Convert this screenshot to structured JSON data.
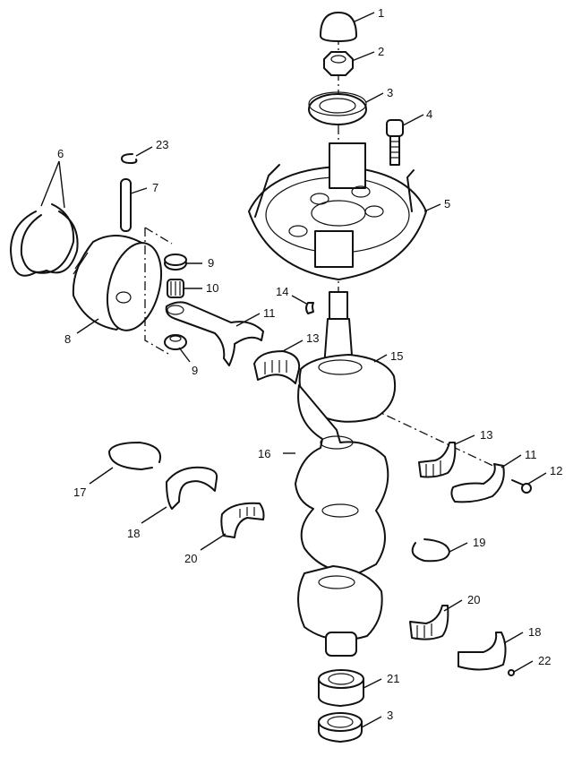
{
  "diagram": {
    "type": "exploded-parts-view",
    "subject": "crankshaft-assembly",
    "callouts": [
      {
        "id": "c1",
        "label": "1",
        "part": "cap"
      },
      {
        "id": "c2",
        "label": "2",
        "part": "nut"
      },
      {
        "id": "c3a",
        "label": "3",
        "part": "seal-upper"
      },
      {
        "id": "c4",
        "label": "4",
        "part": "screw"
      },
      {
        "id": "c5",
        "label": "5",
        "part": "upper-bearing-housing"
      },
      {
        "id": "c6",
        "label": "6",
        "part": "piston-rings"
      },
      {
        "id": "c23",
        "label": "23",
        "part": "retaining-clip"
      },
      {
        "id": "c7",
        "label": "7",
        "part": "piston-pin"
      },
      {
        "id": "c9a",
        "label": "9",
        "part": "thrust-washer-upper"
      },
      {
        "id": "c10",
        "label": "10",
        "part": "needle-bearing"
      },
      {
        "id": "c8",
        "label": "8",
        "part": "piston"
      },
      {
        "id": "c11a",
        "label": "11",
        "part": "connecting-rod"
      },
      {
        "id": "c9b",
        "label": "9",
        "part": "thrust-washer-lower"
      },
      {
        "id": "c14",
        "label": "14",
        "part": "key"
      },
      {
        "id": "c13a",
        "label": "13",
        "part": "rod-bearing-upper"
      },
      {
        "id": "c15",
        "label": "15",
        "part": "crankshaft-upper-bearing"
      },
      {
        "id": "c16",
        "label": "16",
        "part": "crankshaft"
      },
      {
        "id": "c13b",
        "label": "13",
        "part": "rod-bearing-cage"
      },
      {
        "id": "c11b",
        "label": "11",
        "part": "rod-cap"
      },
      {
        "id": "c12",
        "label": "12",
        "part": "rod-cap-screw"
      },
      {
        "id": "c17",
        "label": "17",
        "part": "retaining-ring-left"
      },
      {
        "id": "c18a",
        "label": "18",
        "part": "bearing-race-left"
      },
      {
        "id": "c20a",
        "label": "20",
        "part": "needle-bearing-cage-left"
      },
      {
        "id": "c19",
        "label": "19",
        "part": "retaining-ring-right"
      },
      {
        "id": "c20b",
        "label": "20",
        "part": "needle-bearing-cage-right"
      },
      {
        "id": "c18b",
        "label": "18",
        "part": "bearing-race-right"
      },
      {
        "id": "c22",
        "label": "22",
        "part": "dowel-pin"
      },
      {
        "id": "c21",
        "label": "21",
        "part": "lower-bearing"
      },
      {
        "id": "c3b",
        "label": "3",
        "part": "seal-lower"
      }
    ]
  }
}
